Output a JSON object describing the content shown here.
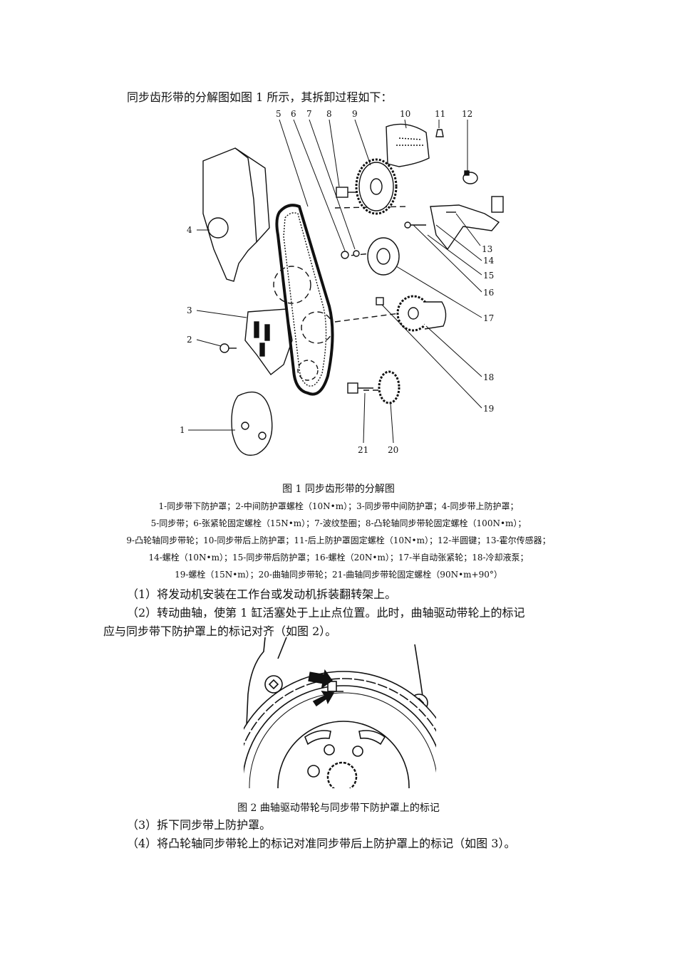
{
  "intro": "同步齿形带的分解图如图 1 所示，其拆卸过程如下：",
  "figure1": {
    "labels": [
      "1",
      "2",
      "3",
      "4",
      "5",
      "6",
      "7",
      "8",
      "9",
      "10",
      "11",
      "12",
      "13",
      "14",
      "15",
      "16",
      "17",
      "18",
      "19",
      "20",
      "21"
    ],
    "caption": "图 1  同步齿形带的分解图",
    "legend": [
      "1-同步带下防护罩；2-中间防护罩螺栓（10N•m）；3-同步带中间防护罩；4-同步带上防护罩；",
      "5-同步带；6-张紧轮固定螺栓（15N•m）；7-波纹垫圈；8-凸轮轴同步带轮固定螺栓（100N•m）；",
      "9-凸轮轴同步带轮；10-同步带后上防护罩；11-后上防护罩固定螺栓（10N•m）；12-半圆键；13-霍尔传感器；",
      "14-螺栓（10N•m）；15-同步带后防护罩；16-螺栓（20N•m）；17-半自动张紧轮；18-冷却液泵；",
      "19-螺栓（15N•m）；20-曲轴同步带轮；21-曲轴同步带轮固定螺栓（90N•m+90°）"
    ]
  },
  "steps": [
    "（1）将发动机安装在工作台或发动机拆装翻转架上。",
    "（2）转动曲轴，使第 1 缸活塞处于上止点位置。此时，曲轴驱动带轮上的标记",
    "应与同步带下防护罩上的标记对齐（如图 2）。",
    "（3）拆下同步带上防护罩。",
    "（4）将凸轮轴同步带轮上的标记对准同步带后上防护罩上的标记（如图 3）。"
  ],
  "figure2": {
    "caption": "图 2  曲轴驱动带轮与同步带下防护罩上的标记"
  }
}
